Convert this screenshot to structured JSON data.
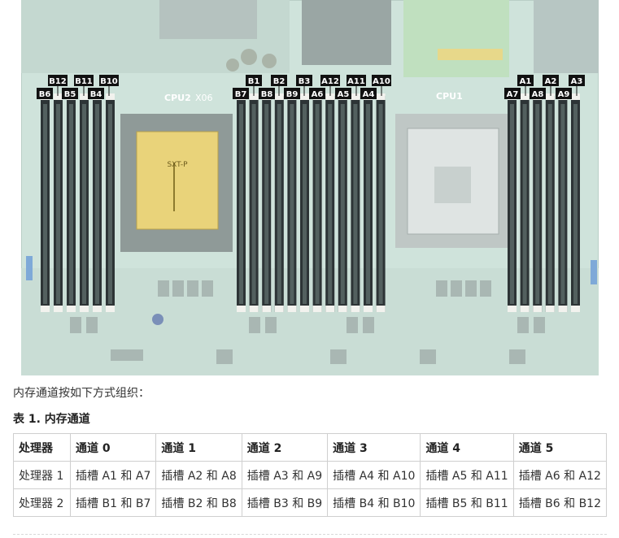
{
  "board": {
    "cpu_labels": [
      "CPU2",
      "CPU1"
    ],
    "socket_text": [
      "X06",
      "SXT-P"
    ],
    "slot_tags_top_left": [
      "B12",
      "B11",
      "B10"
    ],
    "slot_tags_bottom_left": [
      "B6",
      "B5",
      "B4"
    ],
    "slot_tags_top_mid": [
      "B1",
      "B2",
      "B3",
      "A12",
      "A11",
      "A10"
    ],
    "slot_tags_bottom_mid": [
      "B7",
      "B8",
      "B9",
      "A6",
      "A5",
      "A4"
    ],
    "slot_tags_top_right": [
      "A1",
      "A2",
      "A3"
    ],
    "slot_tags_bottom_right": [
      "A7",
      "A8",
      "A9"
    ]
  },
  "intro_text": "内存通道按如下方式组织：",
  "table_title": "表 1. 内存通道",
  "table": {
    "headers": [
      "处理器",
      "通道 0",
      "通道 1",
      "通道 2",
      "通道 3",
      "通道 4",
      "通道 5"
    ],
    "rows": [
      [
        "处理器 1",
        "插槽 A1 和 A7",
        "插槽 A2 和 A8",
        "插槽 A3 和 A9",
        "插槽 A4 和 A10",
        "插槽 A5 和 A11",
        "插槽 A6 和 A12"
      ],
      [
        "处理器 2",
        "插槽 B1 和 B7",
        "插槽 B2 和 B8",
        "插槽 B3 和 B9",
        "插槽 B4 和 B10",
        "插槽 B5 和 B11",
        "插槽 B6 和 B12"
      ]
    ]
  }
}
